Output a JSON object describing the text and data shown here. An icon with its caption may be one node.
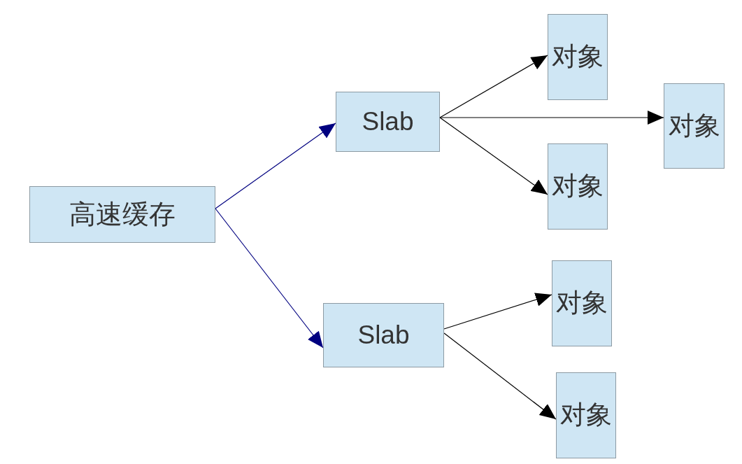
{
  "diagram": {
    "nodes": [
      {
        "text": [
          "高速缓存"
        ]
      },
      {
        "text": [
          "Slab"
        ]
      },
      {
        "text": [
          "Slab"
        ]
      },
      {
        "text": [
          "对象"
        ]
      },
      {
        "text": [
          "对象"
        ]
      },
      {
        "text": [
          "对象"
        ]
      },
      {
        "text": [
          "对象"
        ]
      },
      {
        "text": [
          "对象"
        ]
      }
    ],
    "edges": [
      {
        "from": 0,
        "to": 1,
        "arrow": "to",
        "color": "#000080"
      },
      {
        "from": 0,
        "to": 2,
        "arrow": "to",
        "color": "#000080"
      },
      {
        "from": 1,
        "to": 3,
        "arrow": "to"
      },
      {
        "from": 1,
        "to": 4,
        "arrow": "to"
      },
      {
        "from": 1,
        "to": 5,
        "arrow": "to"
      },
      {
        "from": 2,
        "to": 6,
        "arrow": "to"
      },
      {
        "from": 2,
        "to": 7,
        "arrow": "to"
      }
    ]
  }
}
